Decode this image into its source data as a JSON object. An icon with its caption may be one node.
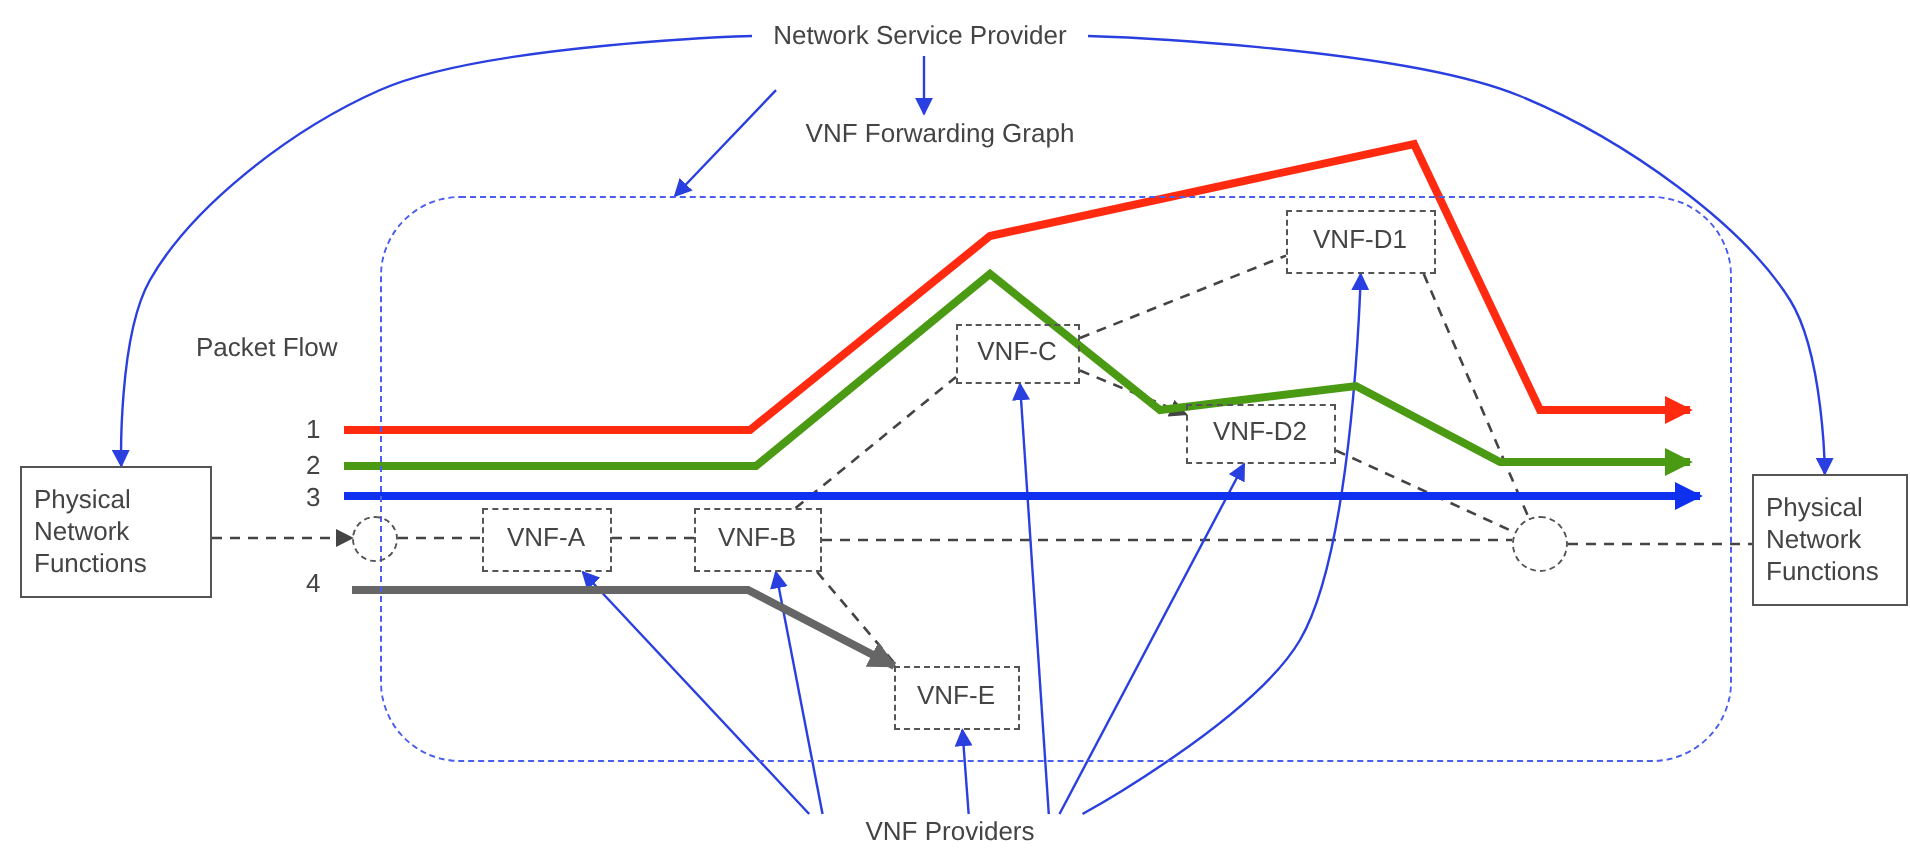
{
  "diagram": {
    "nodes": [
      {
        "text": [
          "Network Service Provider"
        ]
      },
      {
        "text": [
          "VNF Forwarding Graph"
        ]
      },
      {
        "text": [],
        "shape": "box"
      },
      {
        "text": [
          "Physical Network Functions"
        ]
      },
      {
        "text": [
          "Physical Network Functions"
        ]
      },
      {
        "text": [],
        "shape": "circle"
      },
      {
        "text": [
          "VNF-A"
        ],
        "in": 2
      },
      {
        "text": [
          "VNF-B"
        ],
        "in": 2
      },
      {
        "text": [
          "VNF-C"
        ],
        "in": 2
      },
      {
        "text": [
          "VNF-D1"
        ],
        "in": 2
      },
      {
        "text": [
          "VNF-D2"
        ],
        "in": 2
      },
      {
        "text": [
          "VNF-E"
        ],
        "in": 2
      },
      {
        "text": [],
        "shape": "circle",
        "in": 2
      },
      {
        "text": [
          "VNF Providers"
        ]
      }
    ],
    "edges": [
      {
        "from": 0,
        "to": 3,
        "arrow": "to",
        "color": "#2a3fe0"
      },
      {
        "from": 0,
        "to": 4,
        "arrow": "to",
        "color": "#2a3fe0"
      },
      {
        "from": 0,
        "to": 1,
        "arrow": "to",
        "color": "#2a3fe0"
      },
      {
        "from": 1,
        "to": 2,
        "arrow": "to",
        "color": "#2a3fe0"
      },
      {
        "from": 3,
        "to": 5,
        "arrow": "to",
        "style": "dashed"
      },
      {
        "from": 5,
        "to": 6,
        "arrow": "none",
        "style": "dashed"
      },
      {
        "from": 6,
        "to": 7,
        "arrow": "none",
        "style": "dashed"
      },
      {
        "from": 7,
        "to": 12,
        "arrow": "none",
        "style": "dashed"
      },
      {
        "from": 12,
        "to": 4,
        "arrow": "none",
        "style": "dashed"
      },
      {
        "from": 7,
        "to": 8,
        "arrow": "none",
        "style": "dashed"
      },
      {
        "from": 8,
        "to": 9,
        "arrow": "none",
        "style": "dashed"
      },
      {
        "from": 8,
        "to": 10,
        "arrow": "to",
        "style": "dashed"
      },
      {
        "from": 9,
        "to": 12,
        "arrow": "none",
        "style": "dashed"
      },
      {
        "from": 10,
        "to": 12,
        "arrow": "none",
        "style": "dashed"
      },
      {
        "from": 7,
        "to": 11,
        "arrow": "none",
        "style": "dashed"
      },
      {
        "from": 13,
        "to": 6,
        "arrow": "to",
        "color": "#2a3fe0"
      },
      {
        "from": 13,
        "to": 7,
        "arrow": "to",
        "color": "#2a3fe0"
      },
      {
        "from": 13,
        "to": 11,
        "arrow": "to",
        "color": "#2a3fe0"
      },
      {
        "from": 13,
        "to": 8,
        "arrow": "to",
        "color": "#2a3fe0"
      },
      {
        "from": 13,
        "to": 10,
        "arrow": "to",
        "color": "#2a3fe0"
      },
      {
        "from": 13,
        "to": 9,
        "arrow": "to",
        "color": "#2a3fe0"
      },
      {
        "from": null,
        "to": 11,
        "arrow": "to",
        "style": "thick",
        "color": "#666666"
      }
    ],
    "labels": [
      "Packet Flow",
      "1",
      "2",
      "3",
      "4"
    ]
  }
}
